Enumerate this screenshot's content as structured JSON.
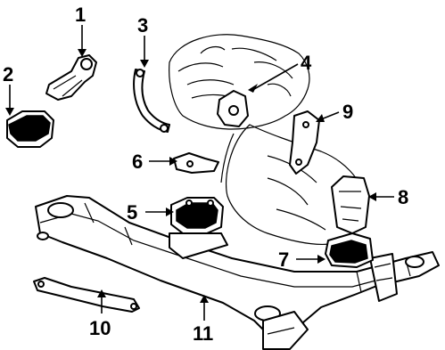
{
  "diagram": {
    "callouts": [
      {
        "id": "1",
        "label": "1"
      },
      {
        "id": "2",
        "label": "2"
      },
      {
        "id": "3",
        "label": "3"
      },
      {
        "id": "4",
        "label": "4"
      },
      {
        "id": "5",
        "label": "5"
      },
      {
        "id": "6",
        "label": "6"
      },
      {
        "id": "7",
        "label": "7"
      },
      {
        "id": "8",
        "label": "8"
      },
      {
        "id": "9",
        "label": "9"
      },
      {
        "id": "10",
        "label": "10"
      },
      {
        "id": "11",
        "label": "11"
      }
    ],
    "colors": {
      "ink": "#000000",
      "paper": "#ffffff"
    }
  }
}
